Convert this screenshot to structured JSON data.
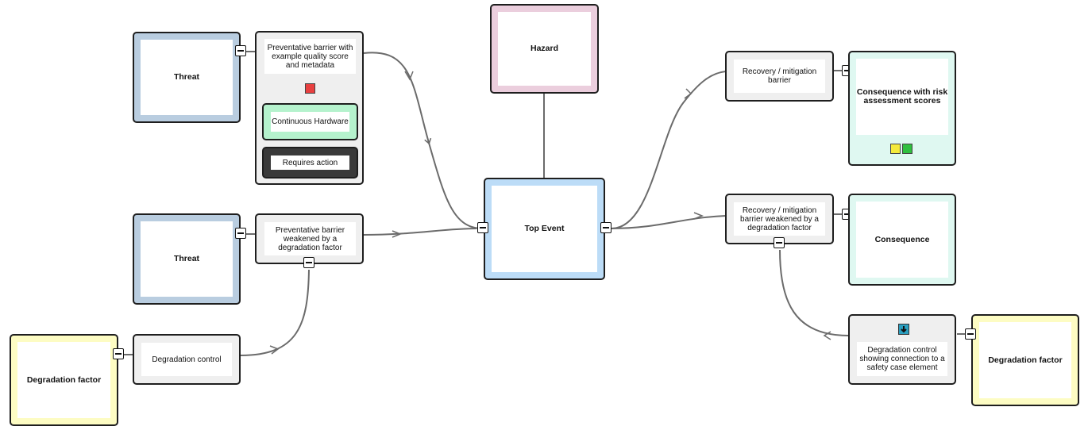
{
  "nodes": {
    "hazard": "Hazard",
    "top_event": "Top Event",
    "threat_1": "Threat",
    "threat_2": "Threat",
    "barrier_1": "Preventative barrier with example quality score and metadata",
    "barrier_1_tag_1": "Continuous Hardware",
    "barrier_1_tag_2": "Requires action",
    "barrier_2": "Preventative barrier weakened by a degradation factor",
    "degradation_control_left": "Degradation control",
    "degradation_factor_left": "Degradation factor",
    "recovery_1": "Recovery / mitigation barrier",
    "recovery_2": "Recovery / mitigation barrier weakened by a degradation factor",
    "consequence_1": "Consequence with risk assessment scores",
    "consequence_2": "Consequence",
    "degradation_control_right": "Degradation control showing connection to a safety case element",
    "degradation_factor_right": "Degradation factor"
  },
  "colors": {
    "threat": "#b9cde0",
    "hazard": "#ebcedd",
    "top_event": "#bcdcf7",
    "consequence": "#dff8f1",
    "degradation_factor": "#fdfcc3",
    "barrier": "#efefef",
    "tag_green": "#b5f2cd",
    "tag_dark": "#3a3a3a",
    "quality_score": "#e84040",
    "risk_score_1": "#f4ea3c",
    "risk_score_2": "#2fbf3f",
    "link_icon": "#2a9fc0"
  },
  "icons": [
    "collapse-icon",
    "safety-case-link-icon"
  ]
}
